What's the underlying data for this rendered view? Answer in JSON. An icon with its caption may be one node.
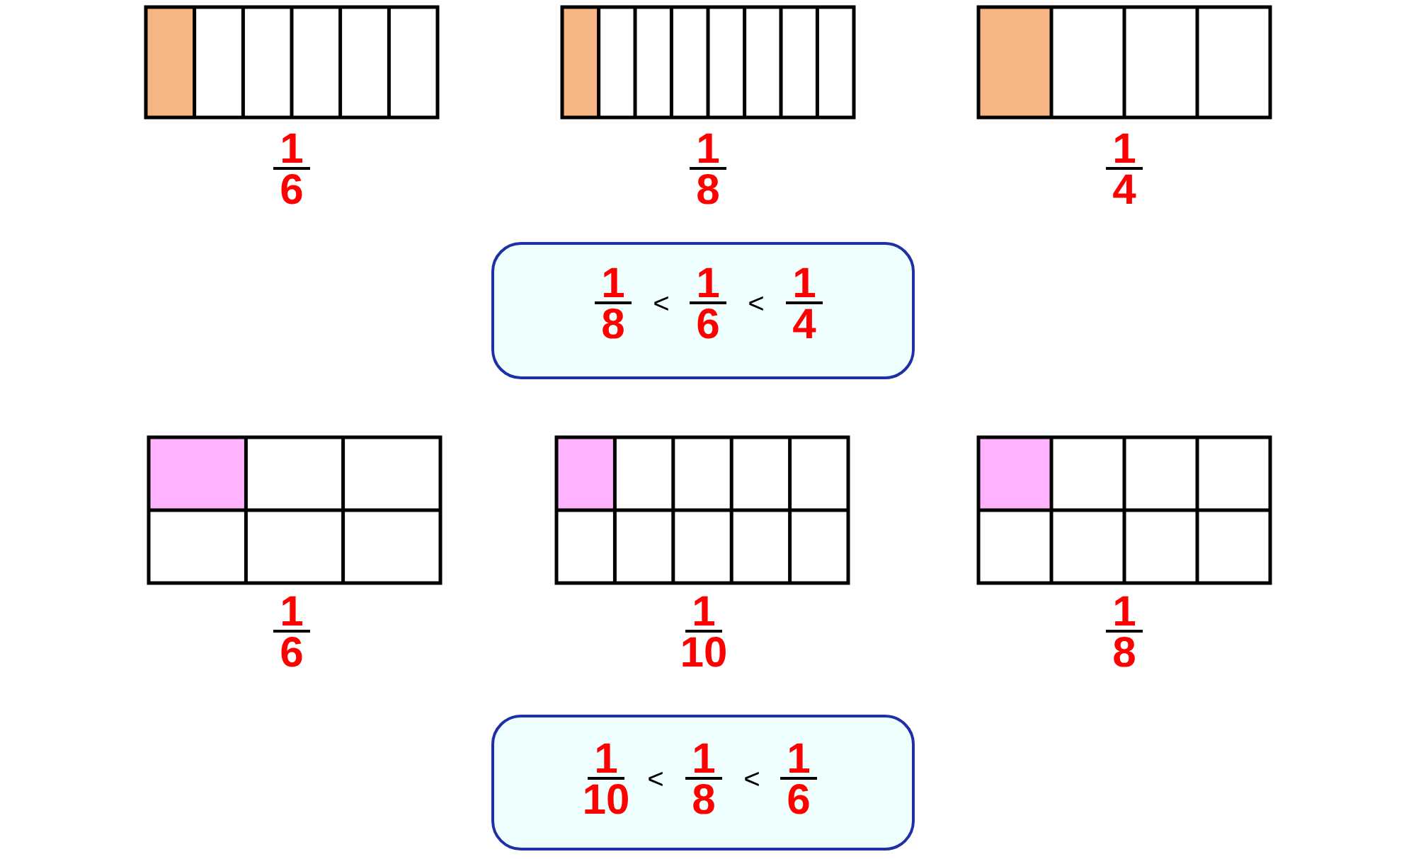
{
  "diagram": {
    "nodes": [
      {
        "text": [],
        "shape": "box",
        "beside": [
          "1",
          "6"
        ]
      },
      {
        "text": [],
        "shape": "box",
        "beside": [
          "1",
          "8"
        ]
      },
      {
        "text": [],
        "shape": "box",
        "beside": [
          "1",
          "4"
        ]
      },
      {
        "text": [
          "1",
          "8",
          "<",
          "1",
          "6",
          "<",
          "1",
          "4"
        ]
      },
      {
        "text": [],
        "shape": "box",
        "beside": [
          "1",
          "6"
        ]
      },
      {
        "text": [],
        "shape": "box",
        "beside": [
          "1",
          "10"
        ]
      },
      {
        "text": [],
        "shape": "box",
        "beside": [
          "1",
          "8"
        ]
      },
      {
        "text": [
          "1",
          "10",
          "<",
          "1",
          "8",
          "<",
          "1",
          "6"
        ]
      }
    ]
  }
}
